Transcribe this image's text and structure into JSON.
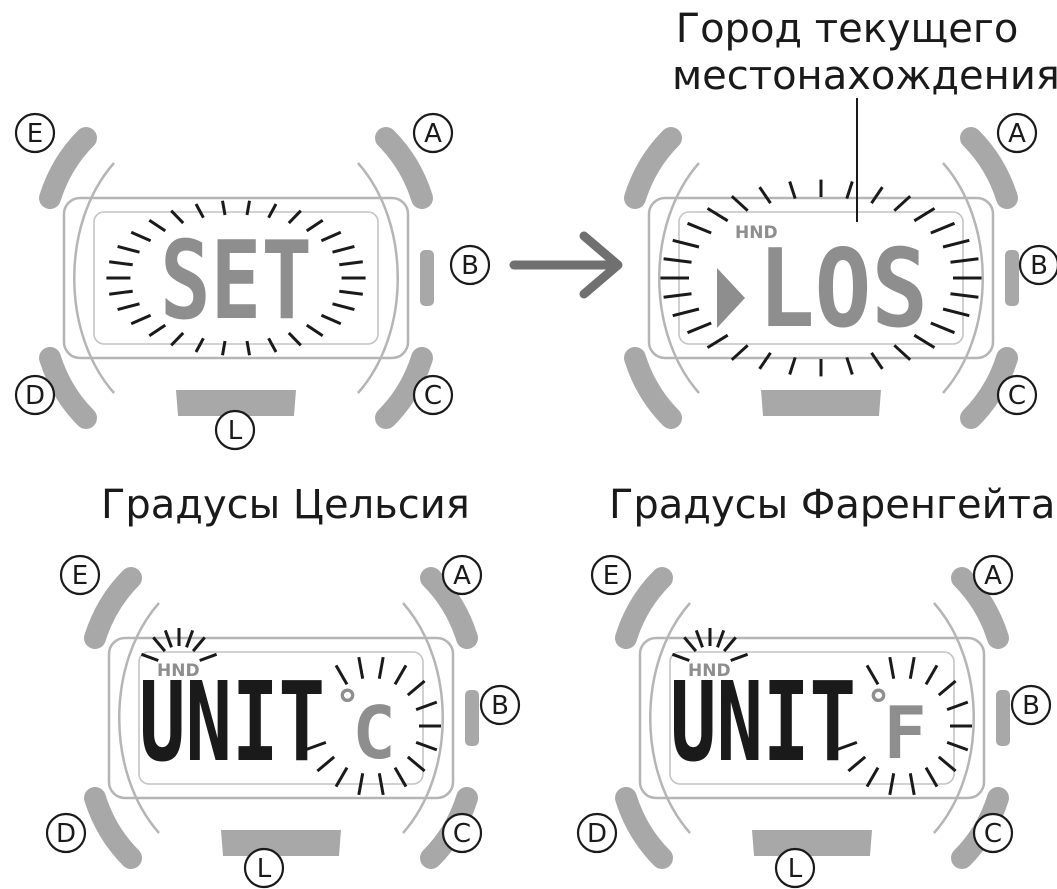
{
  "labels": {
    "current_city": "Город текущего местонахождения",
    "current_city_line1": "Город текущего",
    "current_city_line2": "местонахождения",
    "celsius": "Градусы Цельсия",
    "fahrenheit": "Градусы Фаренгейта"
  },
  "buttons": {
    "a": "A",
    "b": "B",
    "c": "C",
    "d": "D",
    "e": "E",
    "l": "L"
  },
  "watch1": {
    "display_text": "SET"
  },
  "watch2": {
    "indicator": "HND",
    "city_code": "LOS"
  },
  "watch3": {
    "indicator": "HND",
    "main_text": "UNIT",
    "unit_symbol": "°",
    "unit_letter": "C"
  },
  "watch4": {
    "indicator": "HND",
    "main_text": "UNIT",
    "unit_symbol": "°",
    "unit_letter": "F"
  },
  "colors": {
    "ink": "#1a1a1a",
    "segment_gray": "#8e8e8e",
    "bezel_gray": "#a8a8a8",
    "outline": "#b5b5b5"
  }
}
